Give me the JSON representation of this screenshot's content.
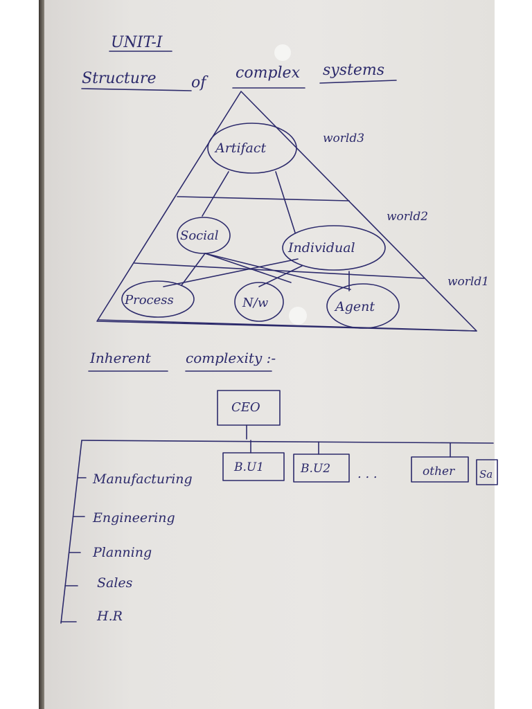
{
  "heading": {
    "unit": "UNIT-I",
    "title_part1": "Structure",
    "title_part2": "of",
    "title_part3": "complex",
    "title_part4": "systems"
  },
  "pyramid": {
    "nodes": {
      "artifact": "Artifact",
      "social": "Social",
      "individual": "Individual",
      "process": "Process",
      "nw": "N/w",
      "agent": "Agent"
    },
    "levels": {
      "world3": "world3",
      "world2": "world2",
      "world1": "world1"
    }
  },
  "section2": {
    "title_part1": "Inherent",
    "title_part2": "complexity :-"
  },
  "org_chart": {
    "root": "CEO",
    "units": [
      "B.U1",
      "B.U2",
      "other"
    ],
    "ellipsis": ". . .",
    "cut_off_box": "Sa",
    "departments": [
      "Manufacturing",
      "Engineering",
      "Planning",
      "Sales",
      "H.R"
    ]
  },
  "colors": {
    "ink": "#2c2a6b",
    "paper": "#e7e5e2",
    "background": "#2b2622"
  }
}
